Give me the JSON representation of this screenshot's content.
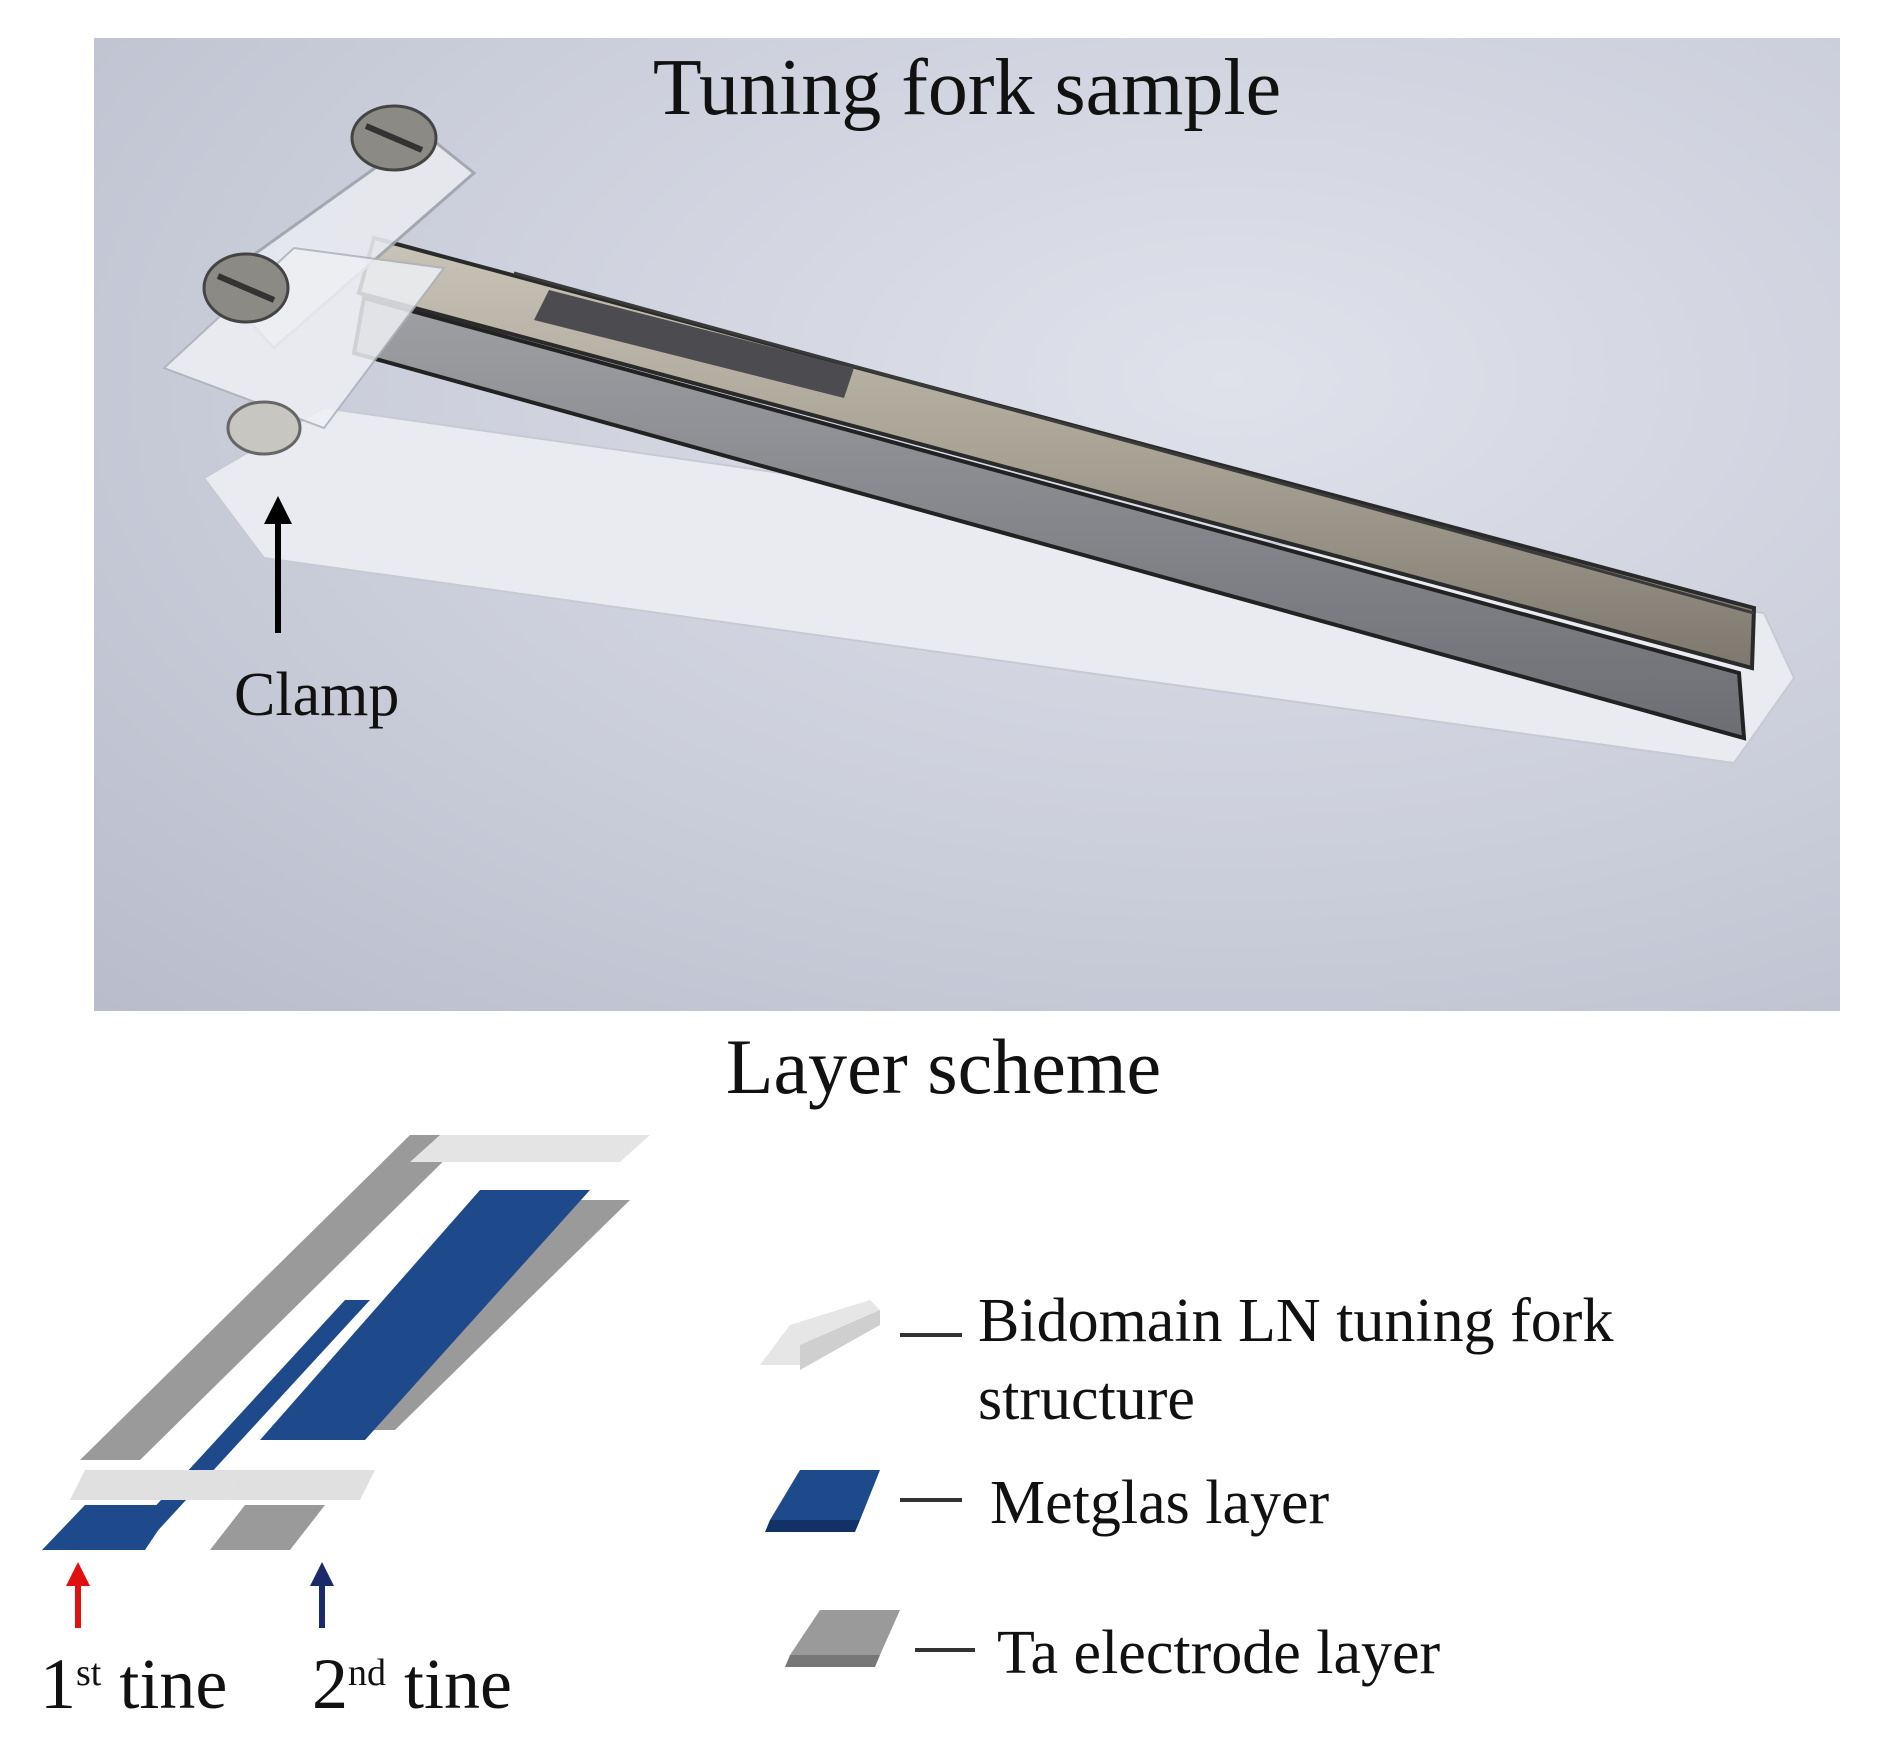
{
  "photo": {
    "title": "Tuning fork sample",
    "clamp_label": "Clamp"
  },
  "scheme": {
    "title": "Layer scheme",
    "legend": [
      {
        "label_line1": "Bidomain LN tuning fork",
        "label_line2": "structure",
        "color": "#e6e6e6"
      },
      {
        "label_line1": "Metglas layer",
        "color": "#1e4a8c"
      },
      {
        "label_line1": "Ta electrode layer",
        "color": "#8f8f8f"
      }
    ],
    "tines": [
      {
        "number": "1",
        "suffix": "st",
        "word": "tine",
        "arrow_color": "#e01010"
      },
      {
        "number": "2",
        "suffix": "nd",
        "word": "tine",
        "arrow_color": "#1a2a6a"
      }
    ]
  }
}
